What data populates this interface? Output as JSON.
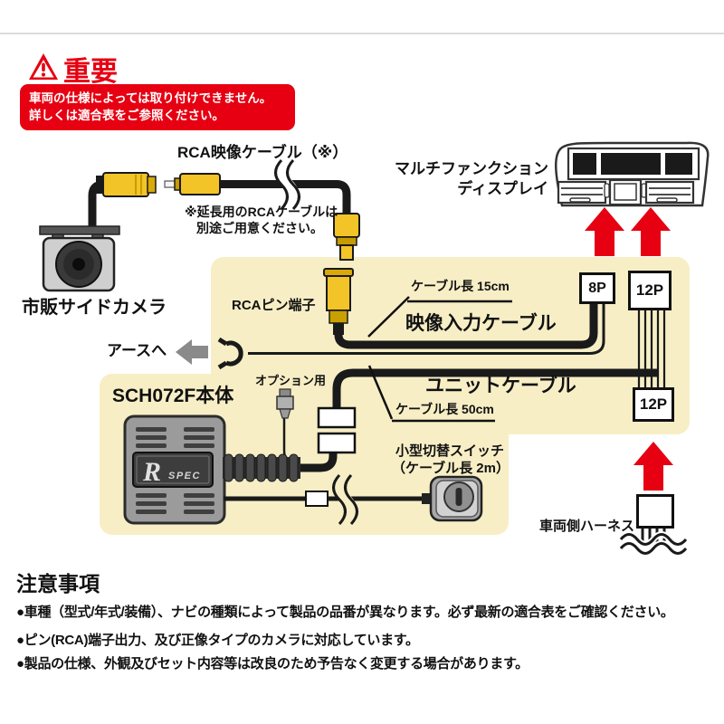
{
  "notice": {
    "header": "重要",
    "warning_line1": "車両の仕様によっては取り付けできません。",
    "warning_line2": "詳しくは適合表をご参照ください。"
  },
  "diagram": {
    "rca_cable_label": "RCA映像ケーブル（※）",
    "rca_note_line1": "※延長用のRCAケーブルは",
    "rca_note_line2": "別途ご用意ください。",
    "display_label_line1": "マルチファンクション",
    "display_label_line2": "ディスプレイ",
    "camera_label": "市販サイドカメラ",
    "rca_pin_label": "RCAピン端子",
    "video_cable_length": "ケーブル長 15cm",
    "video_cable_label": "映像入力ケーブル",
    "ground_label": "アースへ",
    "option_label": "オプション用",
    "unit_label": "SCH072F本体",
    "unit_logo_r": "R",
    "unit_logo_spec": "SPEC",
    "unit_cable_label": "ユニットケーブル",
    "unit_cable_length": "ケーブル長 50cm",
    "switch_label_line1": "小型切替スイッチ",
    "switch_label_line2": "（ケーブル長 2m）",
    "harness_label": "車両側ハーネス",
    "connector_8p": "8P",
    "connector_12p_top": "12P",
    "connector_12p_bottom": "12P"
  },
  "cautions": {
    "heading": "注意事項",
    "items": [
      "●車種（型式/年式/装備）、ナビの種類によって製品の品番が異なります。必ず最新の適合表をご確認ください。",
      "●ピン(RCA)端子出力、及び正像タイプのカメラに対応しています。",
      "●製品の仕様、外観及びセット内容等は改良のため予告なく変更する場合があります。"
    ]
  },
  "colors": {
    "accent_red": "#e60012",
    "panel_yellow": "#f7eec5",
    "connector_yellow": "#f2c428",
    "unit_gray": "#9b9b9b"
  }
}
